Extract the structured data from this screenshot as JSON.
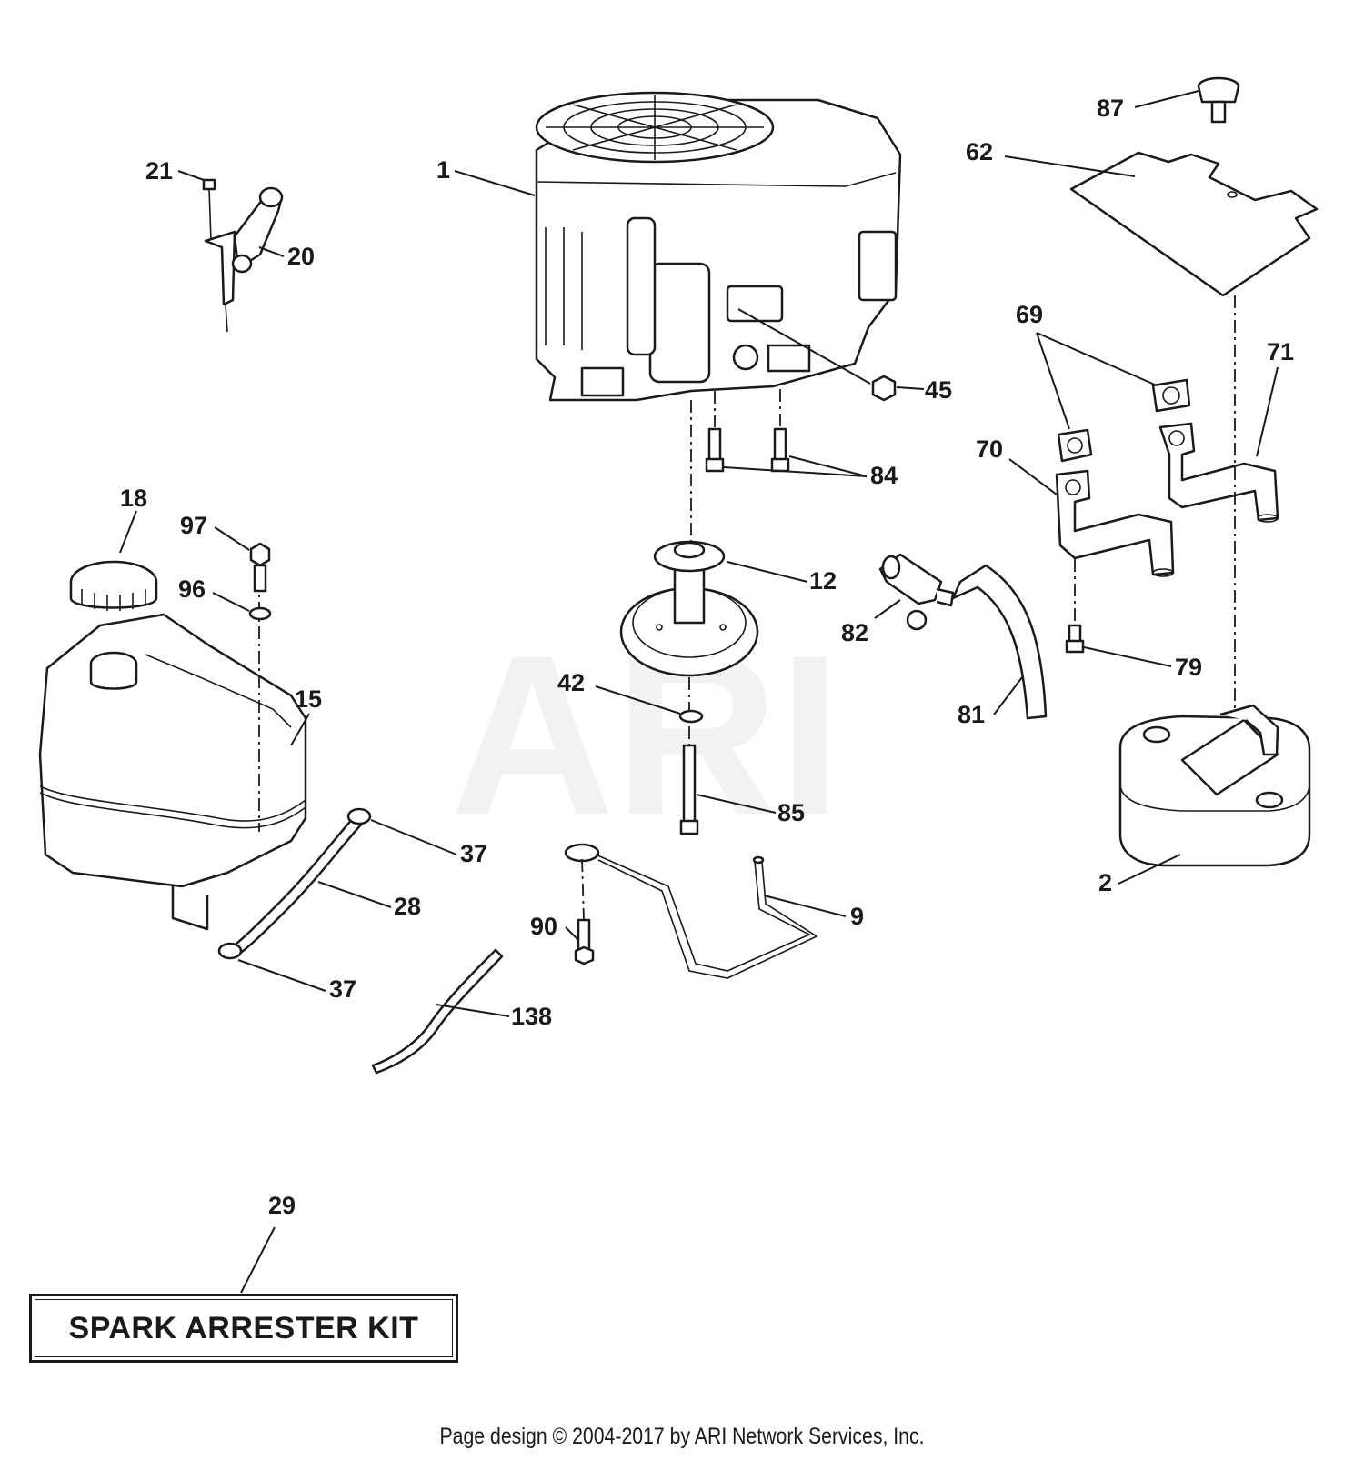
{
  "watermark": "ARI",
  "kit_label": "SPARK ARRESTER KIT",
  "footer": "Page design © 2004-2017 by ARI Network Services, Inc.",
  "callouts": {
    "c1": "1",
    "c2": "2",
    "c9": "9",
    "c12": "12",
    "c15": "15",
    "c18": "18",
    "c20": "20",
    "c21": "21",
    "c28": "28",
    "c29": "29",
    "c37a": "37",
    "c37b": "37",
    "c42": "42",
    "c45": "45",
    "c62": "62",
    "c69": "69",
    "c70": "70",
    "c71": "71",
    "c79": "79",
    "c81": "81",
    "c82": "82",
    "c84": "84",
    "c85": "85",
    "c87": "87",
    "c90": "90",
    "c96": "96",
    "c97": "97",
    "c138": "138"
  }
}
